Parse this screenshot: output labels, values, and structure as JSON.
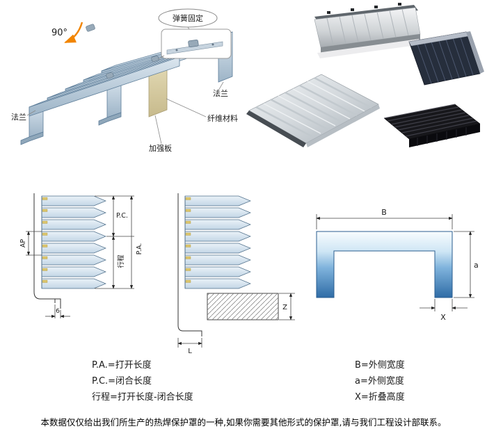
{
  "illustration": {
    "angle_label": "90°",
    "spring_callout_label": "弹簧固定",
    "flange_left_label": "法兰",
    "flange_right_label": "法兰",
    "fiber_label": "纤维材料",
    "reinforce_label": "加强板"
  },
  "drawings": {
    "left": {
      "ap": "AP",
      "pc": "P.C.",
      "stroke": "行程",
      "pa": "P.A.",
      "offset6": "6"
    },
    "middle": {
      "z": "Z",
      "l": "L"
    },
    "right": {
      "b": "B",
      "a": "a",
      "x": "X"
    }
  },
  "legend": {
    "left": [
      "P.A.=打开长度",
      "P.C.=闭合长度",
      "行程=打开长度-闭合长度"
    ],
    "right": [
      "B=外侧宽度",
      "a=外侧宽度",
      "X=折叠高度"
    ]
  },
  "footer": {
    "text": "本数据仅仅给出我们所生产的热焊保护罩的一种,如果你需要其他形式的保护罩,请与我们工程设计部联系。"
  },
  "colors": {
    "accent_orange": "#f28500",
    "steel_blue": "#bfd3e2",
    "deep_blue": "#2f6ca6",
    "seal_yellow": "#dcc66c"
  }
}
